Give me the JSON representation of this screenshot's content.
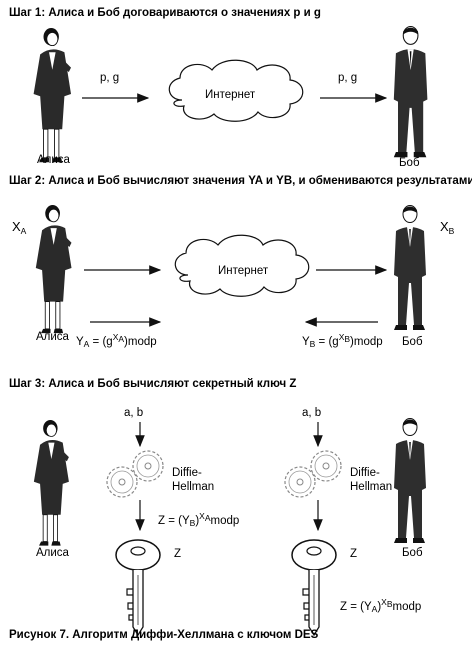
{
  "step1": {
    "title": "Шаг 1: Алиса и Боб договариваются о значениях p и g",
    "arrow_left_label": "p, g",
    "cloud_label": "Интернет",
    "arrow_right_label": "p, g",
    "alice_label": "Алиса",
    "bob_label": "Боб"
  },
  "step2": {
    "title": "Шаг 2: Алиса и Боб вычисляют значения YA и YB, и обмениваются результатами",
    "cloud_label": "Интернет",
    "xa_main": "X",
    "xa_sub": "A",
    "xb_main": "X",
    "xb_sub": "B",
    "alice_label": "Алиса",
    "bob_label": "Боб",
    "ya_lhs": "Y",
    "ya_lhs_sub": "A",
    "ya_eq": " = (g",
    "ya_sup": "X",
    "ya_sup_sub": "A",
    "ya_tail": ")modp",
    "yb_lhs": "Y",
    "yb_lhs_sub": "B",
    "yb_eq": " = (g",
    "yb_sup": "X",
    "yb_sup_sub": "B",
    "yb_tail": ")modp"
  },
  "step3": {
    "title": "Шаг 3: Алиса и Боб вычисляют секретный ключ Z",
    "left_input": "a, b",
    "right_input": "a, b",
    "dh_line1": "Diffie-",
    "dh_line2": "Hellman",
    "z_left_a": "Z = (Y",
    "z_left_sub": "B",
    "z_left_b": ")",
    "z_left_sup": "X",
    "z_left_sup_sub": "A",
    "z_left_c": "modp",
    "z_right_a": "Z = (Y",
    "z_right_sub": "A",
    "z_right_b": ")",
    "z_right_sup": "X",
    "z_right_sup_sub": "B",
    "z_right_c": "modp",
    "key_label": "Z",
    "alice_label": "Алиса",
    "bob_label": "Боб"
  },
  "caption": "Рисунок 7. Алгоритм Диффи-Хеллмана с ключом DES"
}
